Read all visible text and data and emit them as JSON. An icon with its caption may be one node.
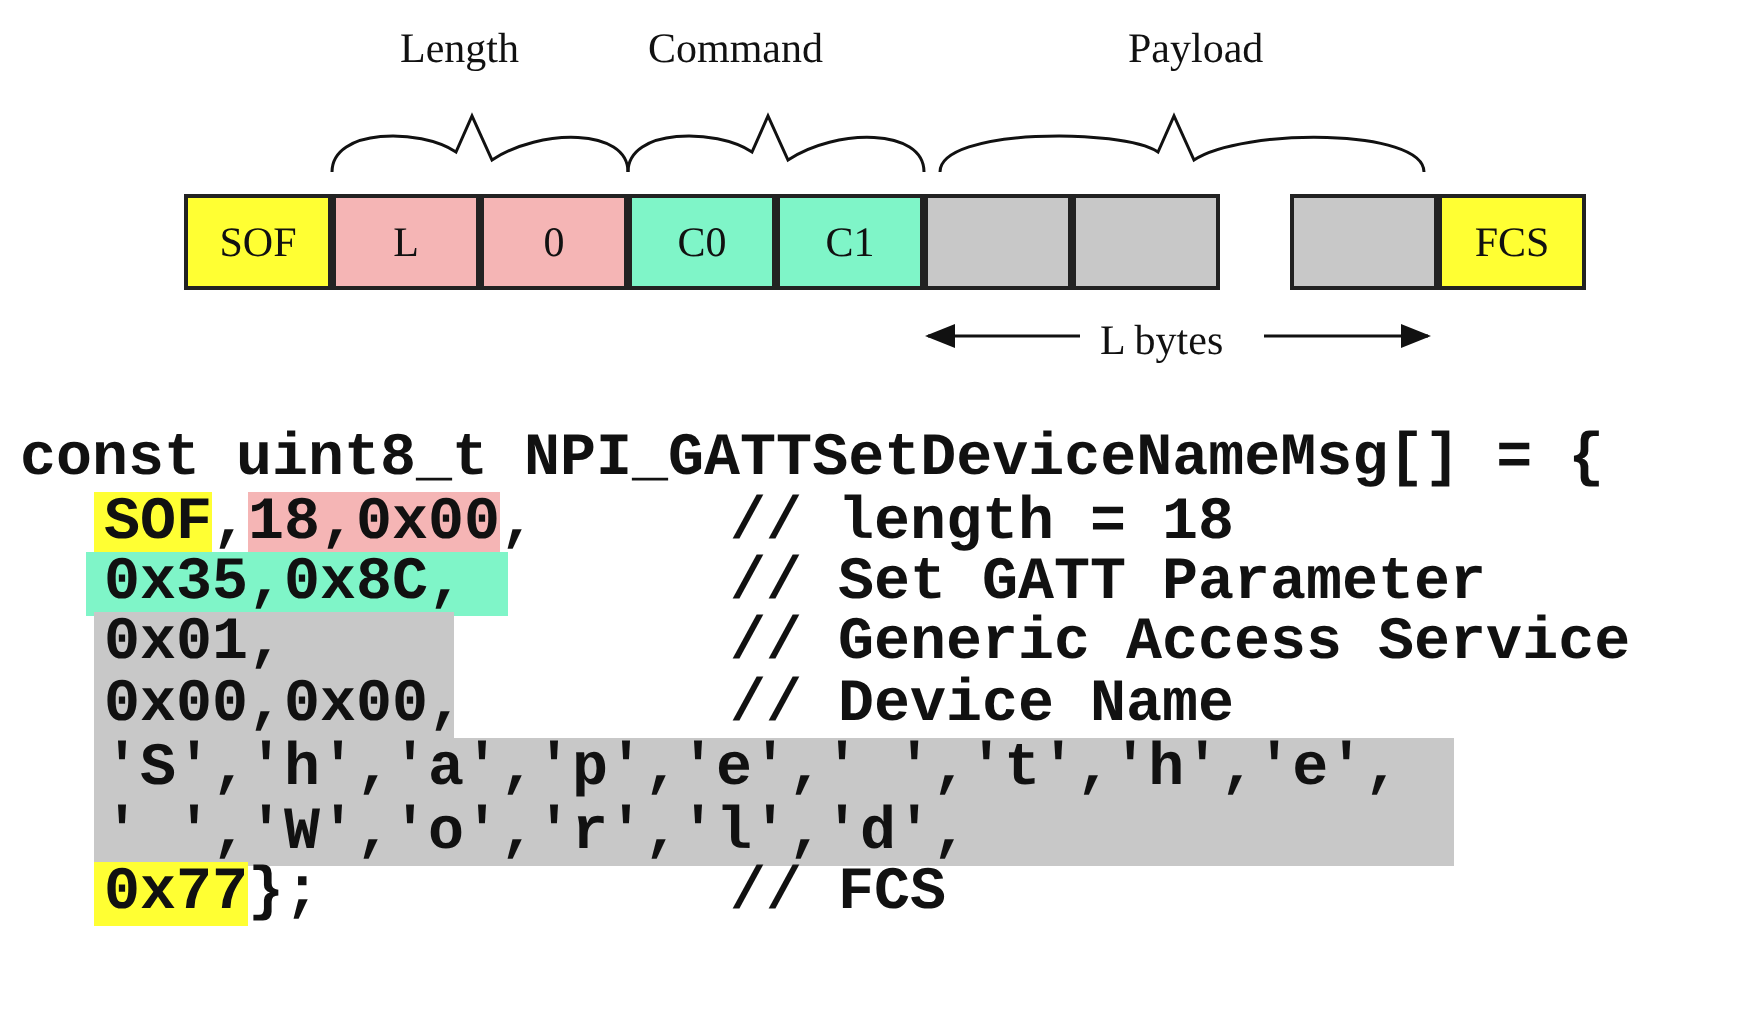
{
  "diagram": {
    "nodes": [
      {
        "text": [
          "SOF"
        ]
      },
      {
        "text": [
          "L"
        ]
      },
      {
        "text": [
          "0"
        ]
      },
      {
        "text": [
          "C0"
        ]
      },
      {
        "text": [
          "C1"
        ]
      },
      {
        "text": [],
        "shape": "box"
      },
      {
        "text": [],
        "shape": "box"
      },
      {
        "text": [],
        "shape": "box"
      },
      {
        "text": [
          "FCS"
        ]
      }
    ],
    "edges": [],
    "labels": [
      "Length",
      "Command",
      "Payload",
      "L bytes",
      "const uint8_t NPI_GATTSetDeviceNameMsg[] = {",
      "SOF,18,0x00,",
      "// length = 18",
      "0x35,0x8C,",
      "// Set GATT Parameter",
      "0x01,",
      "// Generic Access Service",
      "0x00,0x00,",
      "// Device Name",
      "'S','h','a','p','e',' ','t','h','e',",
      "' ','W','o','r','l','d',",
      "0x77};",
      "// FCS"
    ]
  }
}
